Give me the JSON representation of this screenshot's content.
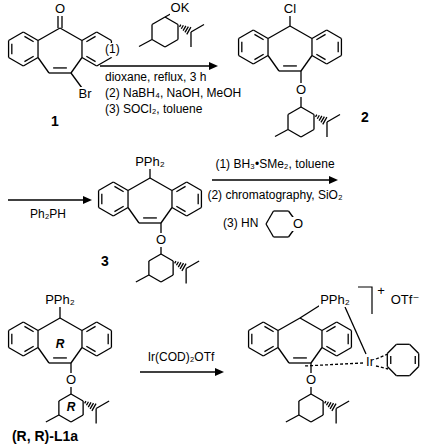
{
  "diagram": {
    "labels": [
      "O",
      "Br",
      "1",
      "OK",
      "(1)",
      "dioxane, reflux, 3 h",
      "(2) NaBH₄, NaOH, MeOH",
      "(3) SOCl₂, toluene",
      "Cl",
      "O",
      "2",
      "Ph₂PH",
      "PPh₂",
      "O",
      "3",
      "(1) BH₃•SMe₂, toluene",
      "(2) chromatography, SiO₂",
      "(3) HN",
      "O",
      "PPh₂",
      "R",
      "O",
      "R",
      "(R, R)-L1a",
      "Ir(COD)₂OTf",
      "PPh₂",
      "+",
      "OTf⁻",
      "Ir",
      "O"
    ]
  }
}
